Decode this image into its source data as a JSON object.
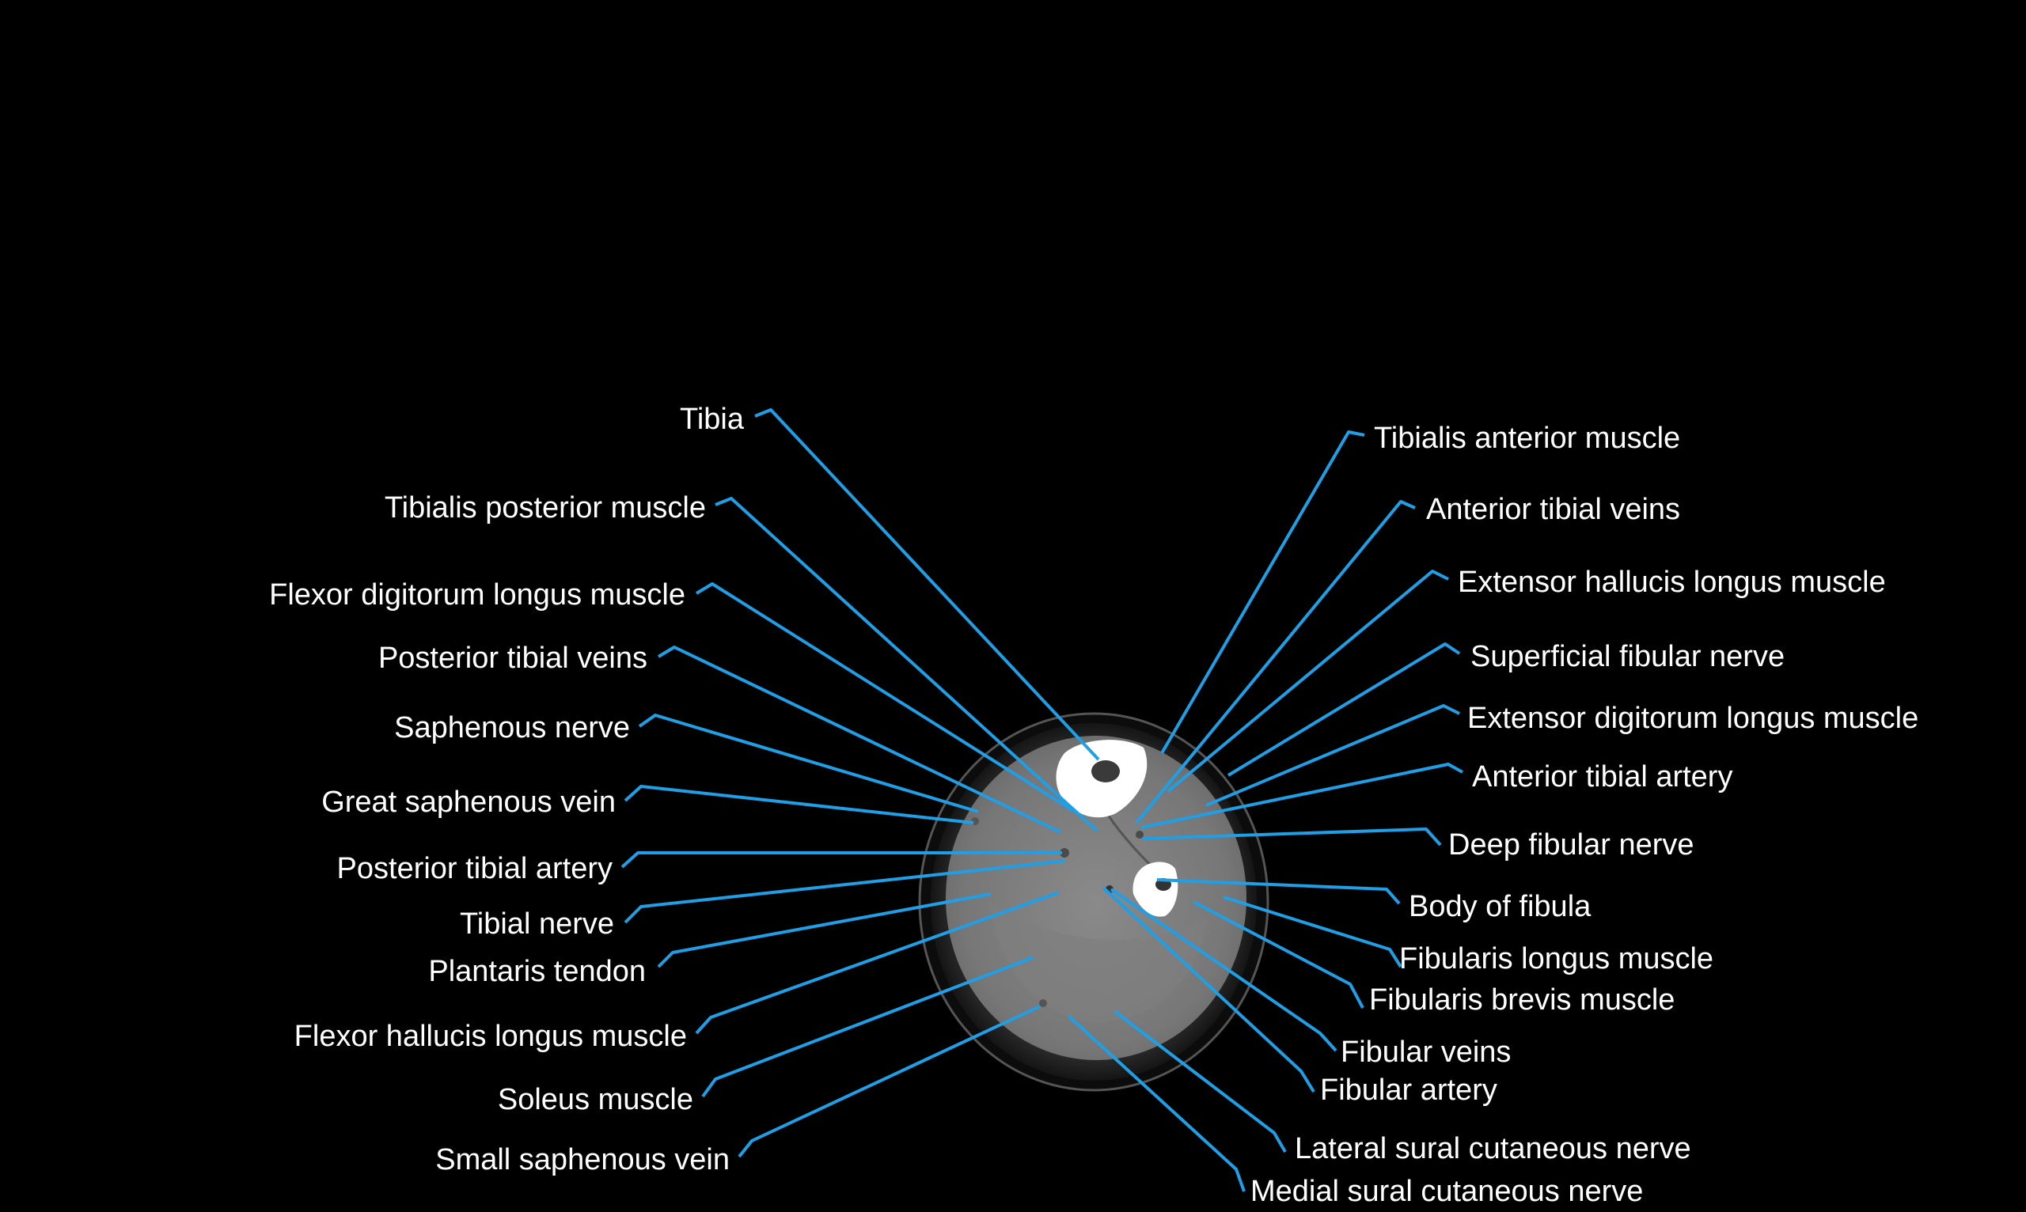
{
  "colors": {
    "background": "#000000",
    "leader_line": "#1f9fe6",
    "label_text": "#ffffff",
    "bone": "#ffffff",
    "muscle": "#7d7d7d",
    "fat": "#2a2a2a"
  },
  "image": {
    "kind": "axial CT slice of the lower leg"
  },
  "labels": {
    "left": [
      {
        "id": "tibia",
        "text": "Tibia"
      },
      {
        "id": "tibialis-posterior-muscle",
        "text": "Tibialis posterior muscle"
      },
      {
        "id": "flexor-digitorum-longus-muscle",
        "text": "Flexor digitorum longus muscle"
      },
      {
        "id": "posterior-tibial-veins",
        "text": "Posterior tibial veins"
      },
      {
        "id": "saphenous-nerve",
        "text": "Saphenous nerve"
      },
      {
        "id": "great-saphenous-vein",
        "text": "Great saphenous vein"
      },
      {
        "id": "posterior-tibial-artery",
        "text": "Posterior tibial artery"
      },
      {
        "id": "tibial-nerve",
        "text": "Tibial nerve"
      },
      {
        "id": "plantaris-tendon",
        "text": "Plantaris tendon"
      },
      {
        "id": "flexor-hallucis-longus-muscle",
        "text": "Flexor hallucis longus muscle"
      },
      {
        "id": "soleus-muscle",
        "text": "Soleus muscle"
      },
      {
        "id": "small-saphenous-vein",
        "text": "Small saphenous vein"
      }
    ],
    "right": [
      {
        "id": "tibialis-anterior-muscle",
        "text": "Tibialis anterior muscle"
      },
      {
        "id": "anterior-tibial-veins",
        "text": "Anterior tibial veins"
      },
      {
        "id": "extensor-hallucis-longus-muscle",
        "text": "Extensor hallucis longus muscle"
      },
      {
        "id": "superficial-fibular-nerve",
        "text": "Superficial fibular nerve"
      },
      {
        "id": "extensor-digitorum-longus-muscle",
        "text": "Extensor digitorum longus muscle"
      },
      {
        "id": "anterior-tibial-artery",
        "text": "Anterior tibial artery"
      },
      {
        "id": "deep-fibular-nerve",
        "text": "Deep fibular nerve"
      },
      {
        "id": "body-of-fibula",
        "text": "Body of fibula"
      },
      {
        "id": "fibularis-longus-muscle",
        "text": "Fibularis longus muscle"
      },
      {
        "id": "fibularis-brevis-muscle",
        "text": "Fibularis brevis muscle"
      },
      {
        "id": "fibular-veins",
        "text": "Fibular veins"
      },
      {
        "id": "fibular-artery",
        "text": "Fibular artery"
      },
      {
        "id": "lateral-sural-cutaneous-nerve",
        "text": "Lateral sural cutaneous nerve"
      },
      {
        "id": "medial-sural-cutaneous-nerve",
        "text": "Medial sural cutaneous nerve"
      }
    ]
  }
}
